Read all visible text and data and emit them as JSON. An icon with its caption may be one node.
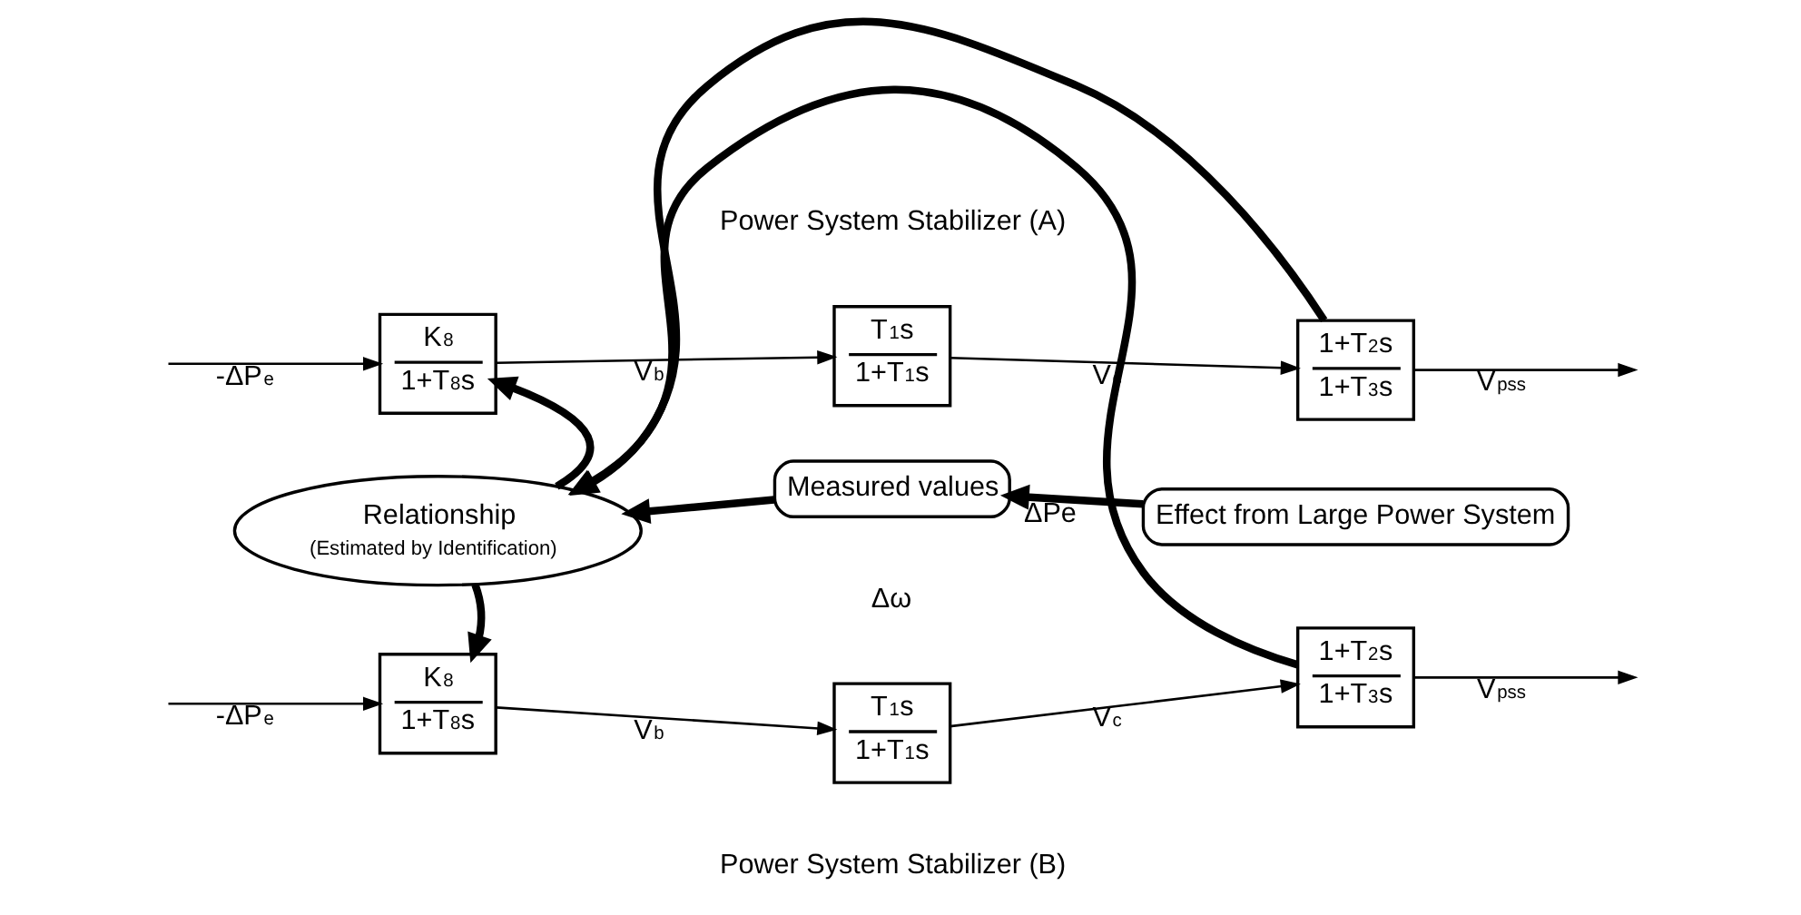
{
  "diagram": {
    "nodes": [
      {
        "text": [
          "K$_{8}$",
          "1+T$_{8}$s"
        ]
      },
      {
        "text": [
          "T$_{1}$s",
          "1+T$_{1}$s"
        ]
      },
      {
        "text": [
          "1+T$_{2}$s",
          "1+T$_{3}$s"
        ]
      },
      {
        "text": [
          "Relationship",
          "(Estimated by Identification)"
        ]
      },
      {
        "text": [
          "Measured values"
        ]
      },
      {
        "text": [
          "Effect from Large Power System"
        ]
      },
      {
        "text": [
          "K$_{8}$",
          "1+T$_{8}$s"
        ]
      },
      {
        "text": [
          "T$_{1}$s",
          "1+T$_{1}$s"
        ]
      },
      {
        "text": [
          "1+T$_{2}$s",
          "1+T$_{3}$s"
        ]
      }
    ],
    "edges": [
      {
        "from": null,
        "to": 0,
        "arrow": "to",
        "label": "-ΔP$_{e}$"
      },
      {
        "from": 3,
        "to": 0,
        "arrow": "to",
        "style": "thick"
      },
      {
        "from": 0,
        "to": 1,
        "arrow": "to",
        "label": "V$_{b}$"
      },
      {
        "from": 1,
        "to": 2,
        "arrow": "to",
        "label": "V$_{c}$"
      },
      {
        "from": 2,
        "to": null,
        "arrow": "to",
        "label": "V$_{pss}$"
      },
      {
        "from": 2,
        "to": 3,
        "arrow": "to",
        "style": "thick"
      },
      {
        "from": 5,
        "to": 4,
        "arrow": "to",
        "style": "thick",
        "label": "ΔPe"
      },
      {
        "from": 4,
        "to": 3,
        "arrow": "to",
        "style": "thick"
      },
      {
        "from": 8,
        "to": 3,
        "arrow": "to",
        "style": "thick"
      },
      {
        "from": 3,
        "to": 6,
        "arrow": "to",
        "style": "thick"
      },
      {
        "from": null,
        "to": 6,
        "arrow": "to",
        "label": "-ΔP$_{e}$"
      },
      {
        "from": 6,
        "to": 7,
        "arrow": "to",
        "label": "V$_{b}$"
      },
      {
        "from": 7,
        "to": 8,
        "arrow": "to",
        "label": "V$_{c}$"
      },
      {
        "from": 8,
        "to": null,
        "arrow": "to",
        "label": "V$_{pss}$"
      }
    ],
    "labels": [
      "Power System Stabilizer (A)",
      "Δω",
      "Power System Stabilizer (B)"
    ]
  }
}
